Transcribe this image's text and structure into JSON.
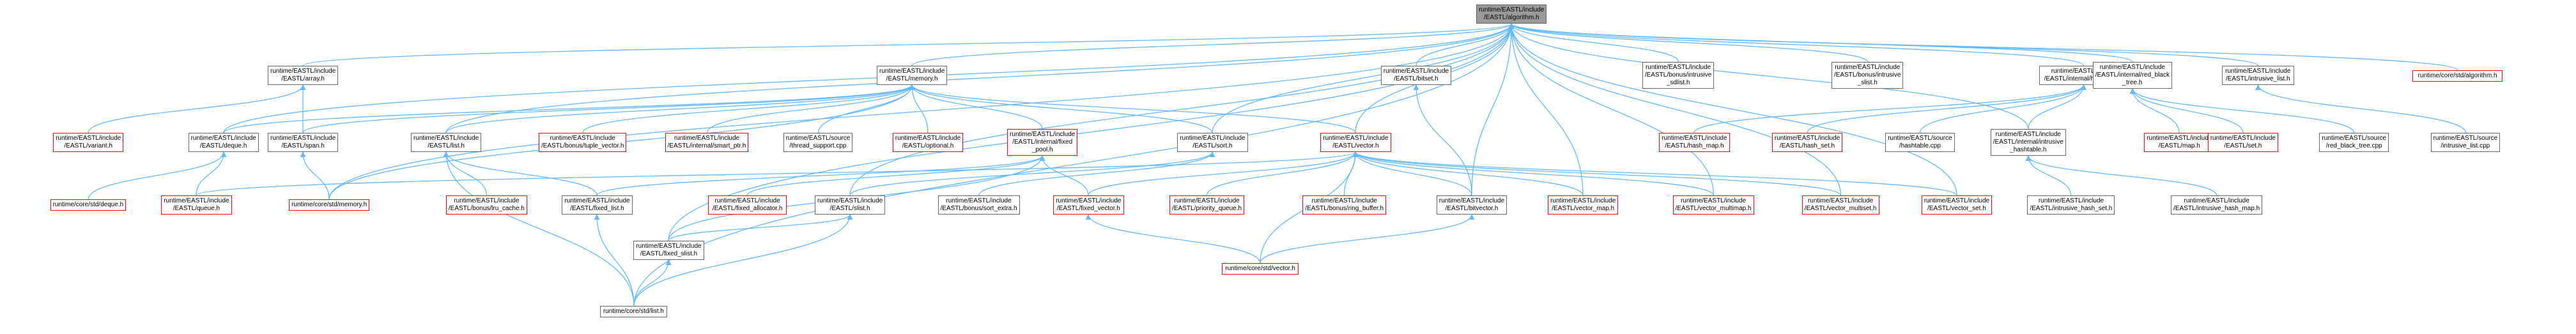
{
  "nodes": [
    {
      "id": "algorithm",
      "label": "runtime/EASTL/include\n/EASTL/algorithm.h",
      "kind": "root"
    },
    {
      "id": "array",
      "label": "runtime/EASTL/include\n/EASTL/array.h"
    },
    {
      "id": "memory",
      "label": "runtime/EASTL/include\n/EASTL/memory.h"
    },
    {
      "id": "bitset",
      "label": "runtime/EASTL/include\n/EASTL/bitset.h"
    },
    {
      "id": "intrusive_sdlist",
      "label": "runtime/EASTL/include\n/EASTL/bonus/intrusive\n_sdlist.h"
    },
    {
      "id": "intrusive_slist",
      "label": "runtime/EASTL/include\n/EASTL/bonus/intrusive\n_slist.h"
    },
    {
      "id": "hashtable",
      "label": "runtime/EASTL/include\n/EASTL/internal/hashtable.h"
    },
    {
      "id": "red_black_tree",
      "label": "runtime/EASTL/include\n/EASTL/internal/red_black\n_tree.h"
    },
    {
      "id": "intrusive_list",
      "label": "runtime/EASTL/include\n/EASTL/intrusive_list.h"
    },
    {
      "id": "core_algorithm",
      "label": "runtime/core/std/algorithm.h",
      "kind": "red"
    },
    {
      "id": "variant",
      "label": "runtime/EASTL/include\n/EASTL/variant.h",
      "kind": "red"
    },
    {
      "id": "deque",
      "label": "runtime/EASTL/include\n/EASTL/deque.h"
    },
    {
      "id": "span",
      "label": "runtime/EASTL/include\n/EASTL/span.h"
    },
    {
      "id": "list",
      "label": "runtime/EASTL/include\n/EASTL/list.h"
    },
    {
      "id": "tuple_vector",
      "label": "runtime/EASTL/include\n/EASTL/bonus/tuple_vector.h",
      "kind": "red"
    },
    {
      "id": "smart_ptr",
      "label": "runtime/EASTL/include\n/EASTL/internal/smart_ptr.h",
      "kind": "red"
    },
    {
      "id": "thread_support",
      "label": "runtime/EASTL/source\n/thread_support.cpp"
    },
    {
      "id": "optional",
      "label": "runtime/EASTL/include\n/EASTL/optional.h",
      "kind": "red"
    },
    {
      "id": "fixed_pool",
      "label": "runtime/EASTL/include\n/EASTL/internal/fixed\n_pool.h",
      "kind": "red"
    },
    {
      "id": "sort",
      "label": "runtime/EASTL/include\n/EASTL/sort.h"
    },
    {
      "id": "vector",
      "label": "runtime/EASTL/include\n/EASTL/vector.h",
      "kind": "red"
    },
    {
      "id": "hash_map",
      "label": "runtime/EASTL/include\n/EASTL/hash_map.h",
      "kind": "red"
    },
    {
      "id": "hash_set",
      "label": "runtime/EASTL/include\n/EASTL/hash_set.h",
      "kind": "red"
    },
    {
      "id": "hashtable_cpp",
      "label": "runtime/EASTL/source\n/hashtable.cpp"
    },
    {
      "id": "intrusive_hashtable",
      "label": "runtime/EASTL/include\n/EASTL/internal/intrusive\n_hashtable.h"
    },
    {
      "id": "map",
      "label": "runtime/EASTL/include\n/EASTL/map.h",
      "kind": "red"
    },
    {
      "id": "set",
      "label": "runtime/EASTL/include\n/EASTL/set.h",
      "kind": "red"
    },
    {
      "id": "red_black_tree_cpp",
      "label": "runtime/EASTL/source\n/red_black_tree.cpp"
    },
    {
      "id": "intrusive_list_cpp",
      "label": "runtime/EASTL/source\n/intrusive_list.cpp"
    },
    {
      "id": "core_deque",
      "label": "runtime/core/std/deque.h",
      "kind": "red"
    },
    {
      "id": "queue",
      "label": "runtime/EASTL/include\n/EASTL/queue.h",
      "kind": "red"
    },
    {
      "id": "core_memory",
      "label": "runtime/core/std/memory.h",
      "kind": "red"
    },
    {
      "id": "lru_cache",
      "label": "runtime/EASTL/include\n/EASTL/bonus/lru_cache.h",
      "kind": "red"
    },
    {
      "id": "fixed_list",
      "label": "runtime/EASTL/include\n/EASTL/fixed_list.h"
    },
    {
      "id": "fixed_allocator",
      "label": "runtime/EASTL/include\n/EASTL/fixed_allocator.h",
      "kind": "red"
    },
    {
      "id": "slist",
      "label": "runtime/EASTL/include\n/EASTL/slist.h"
    },
    {
      "id": "sort_extra",
      "label": "runtime/EASTL/include\n/EASTL/bonus/sort_extra.h"
    },
    {
      "id": "fixed_vector",
      "label": "runtime/EASTL/include\n/EASTL/fixed_vector.h",
      "kind": "red"
    },
    {
      "id": "priority_queue",
      "label": "runtime/EASTL/include\n/EASTL/priority_queue.h",
      "kind": "red"
    },
    {
      "id": "ring_buffer",
      "label": "runtime/EASTL/include\n/EASTL/bonus/ring_buffer.h",
      "kind": "red"
    },
    {
      "id": "bitvector",
      "label": "runtime/EASTL/include\n/EASTL/bitvector.h"
    },
    {
      "id": "vector_map",
      "label": "runtime/EASTL/include\n/EASTL/vector_map.h",
      "kind": "red"
    },
    {
      "id": "vector_multimap",
      "label": "runtime/EASTL/include\n/EASTL/vector_multimap.h",
      "kind": "red"
    },
    {
      "id": "vector_multiset",
      "label": "runtime/EASTL/include\n/EASTL/vector_multiset.h",
      "kind": "red"
    },
    {
      "id": "vector_set",
      "label": "runtime/EASTL/include\n/EASTL/vector_set.h",
      "kind": "red"
    },
    {
      "id": "intrusive_hash_set",
      "label": "runtime/EASTL/include\n/EASTL/intrusive_hash_set.h"
    },
    {
      "id": "intrusive_hash_map",
      "label": "runtime/EASTL/include\n/EASTL/intrusive_hash_map.h"
    },
    {
      "id": "fixed_slist",
      "label": "runtime/EASTL/include\n/EASTL/fixed_slist.h"
    },
    {
      "id": "core_vector",
      "label": "runtime/core/std/vector.h",
      "kind": "red"
    },
    {
      "id": "core_list",
      "label": "runtime/core/std/list.h"
    }
  ],
  "edges": [
    [
      "array",
      "algorithm"
    ],
    [
      "memory",
      "algorithm"
    ],
    [
      "bitset",
      "algorithm"
    ],
    [
      "intrusive_sdlist",
      "algorithm"
    ],
    [
      "intrusive_slist",
      "algorithm"
    ],
    [
      "hashtable",
      "algorithm"
    ],
    [
      "red_black_tree",
      "algorithm"
    ],
    [
      "intrusive_list",
      "algorithm"
    ],
    [
      "core_algorithm",
      "algorithm"
    ],
    [
      "deque",
      "algorithm"
    ],
    [
      "list",
      "algorithm"
    ],
    [
      "sort",
      "algorithm"
    ],
    [
      "vector",
      "algorithm"
    ],
    [
      "intrusive_hashtable",
      "algorithm"
    ],
    [
      "slist",
      "algorithm"
    ],
    [
      "bitvector",
      "algorithm"
    ],
    [
      "vector_map",
      "algorithm"
    ],
    [
      "vector_multimap",
      "algorithm"
    ],
    [
      "vector_multiset",
      "algorithm"
    ],
    [
      "vector_set",
      "algorithm"
    ],
    [
      "core_memory",
      "algorithm"
    ],
    [
      "fixed_slist",
      "algorithm"
    ],
    [
      "core_list",
      "algorithm"
    ],
    [
      "variant",
      "array"
    ],
    [
      "span",
      "array"
    ],
    [
      "deque",
      "memory"
    ],
    [
      "span",
      "memory"
    ],
    [
      "list",
      "memory"
    ],
    [
      "tuple_vector",
      "memory"
    ],
    [
      "smart_ptr",
      "memory"
    ],
    [
      "thread_support",
      "memory"
    ],
    [
      "optional",
      "memory"
    ],
    [
      "fixed_pool",
      "memory"
    ],
    [
      "sort",
      "memory"
    ],
    [
      "vector",
      "memory"
    ],
    [
      "core_memory",
      "memory"
    ],
    [
      "bitvector",
      "bitset"
    ],
    [
      "hash_map",
      "hashtable"
    ],
    [
      "hash_set",
      "hashtable"
    ],
    [
      "hashtable_cpp",
      "hashtable"
    ],
    [
      "intrusive_hashtable",
      "hashtable"
    ],
    [
      "map",
      "red_black_tree"
    ],
    [
      "set",
      "red_black_tree"
    ],
    [
      "red_black_tree_cpp",
      "red_black_tree"
    ],
    [
      "intrusive_list_cpp",
      "intrusive_list"
    ],
    [
      "core_deque",
      "deque"
    ],
    [
      "queue",
      "deque"
    ],
    [
      "core_memory",
      "span"
    ],
    [
      "lru_cache",
      "list"
    ],
    [
      "fixed_list",
      "list"
    ],
    [
      "core_list",
      "list"
    ],
    [
      "fixed_list",
      "fixed_pool"
    ],
    [
      "fixed_allocator",
      "fixed_pool"
    ],
    [
      "fixed_slist",
      "fixed_pool"
    ],
    [
      "fixed_vector",
      "fixed_pool"
    ],
    [
      "sort_extra",
      "sort"
    ],
    [
      "slist",
      "sort"
    ],
    [
      "fixed_vector",
      "vector"
    ],
    [
      "priority_queue",
      "vector"
    ],
    [
      "ring_buffer",
      "vector"
    ],
    [
      "bitvector",
      "vector"
    ],
    [
      "vector_map",
      "vector"
    ],
    [
      "vector_multimap",
      "vector"
    ],
    [
      "vector_multiset",
      "vector"
    ],
    [
      "vector_set",
      "vector"
    ],
    [
      "core_vector",
      "vector"
    ],
    [
      "queue",
      "vector"
    ],
    [
      "intrusive_hash_set",
      "intrusive_hashtable"
    ],
    [
      "intrusive_hash_map",
      "intrusive_hashtable"
    ],
    [
      "fixed_slist",
      "slist"
    ],
    [
      "core_list",
      "slist"
    ],
    [
      "core_list",
      "fixed_list"
    ],
    [
      "core_list",
      "fixed_slist"
    ],
    [
      "core_vector",
      "fixed_vector"
    ],
    [
      "core_vector",
      "bitvector"
    ]
  ],
  "colors": {
    "edge": "#63b8ff",
    "node_border": "#666666",
    "node_border_red": "#ff0000",
    "root_fill": "#999999"
  }
}
